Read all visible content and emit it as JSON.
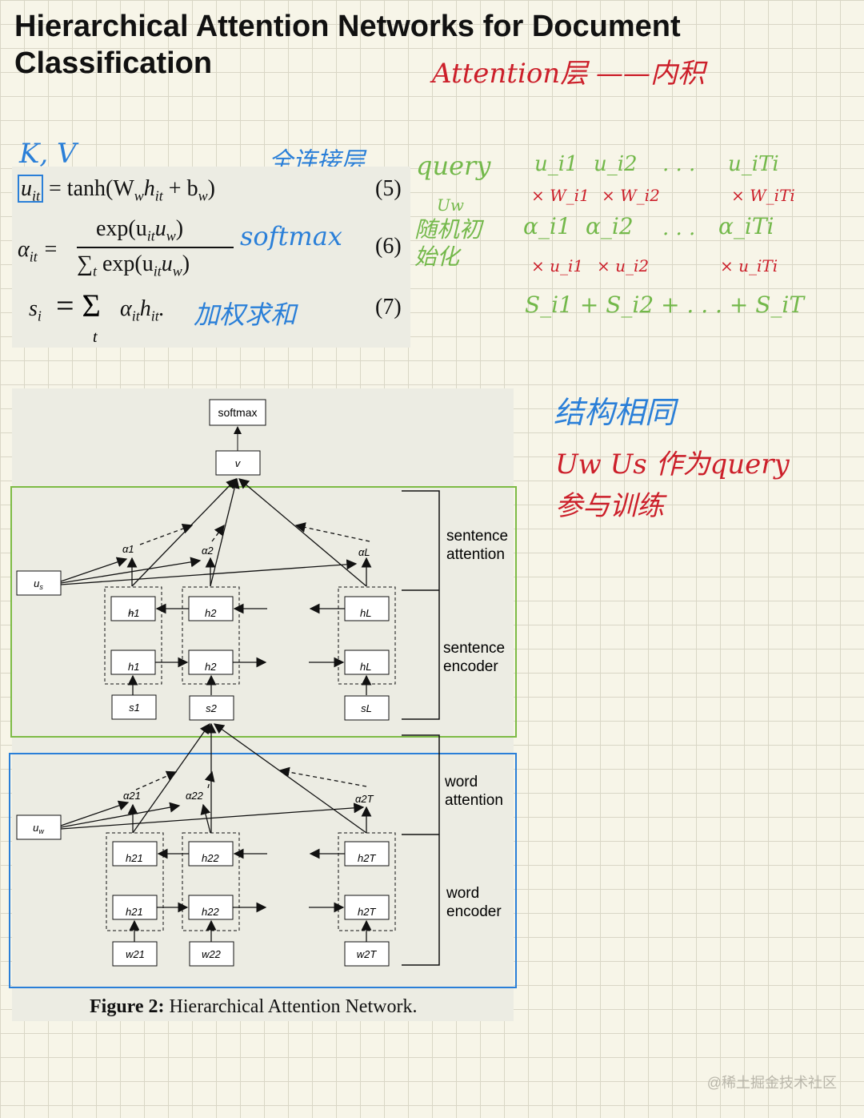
{
  "title": "Hierarchical Attention Networks for Document Classification",
  "notes": {
    "attention_layer": "Attention层 ——内积",
    "kv": "K, V",
    "dense_layer": "全连接层",
    "softmax": "softmax",
    "weighted_sum": "加权求和",
    "query": "query",
    "uw": "Uw",
    "random_init": "随机初始化",
    "same_structure": "结构相同",
    "uw_us_query": "Uw Us 作为query",
    "train": "参与训练"
  },
  "green_notes": {
    "u_row": [
      "u_i1",
      "u_i2",
      ". . .",
      "u_iTi"
    ],
    "w_row": [
      "× W_i1",
      "× W_i2",
      "× W_iTi"
    ],
    "alpha_row": [
      "α_i1",
      "α_i2",
      ". . .",
      "α_iTi"
    ],
    "u2_row": [
      "× u_i1",
      "× u_i2",
      "× u_iTi"
    ],
    "sum_row": "S_i1 + S_i2 + . . . + S_iT"
  },
  "equations": {
    "eq5_lhs": "u",
    "eq5_sub": "it",
    "eq5_rhs": "= tanh(W",
    "eq5_rhs2": "h",
    "eq5_rhs3": "+ b",
    "eq5_num": "(5)",
    "eq6_lhs": "α",
    "eq6_numer": "exp(u",
    "eq6_denom": "exp(u",
    "eq6_num": "(6)",
    "eq7_lhs": "s",
    "eq7_rhs": "= Σ",
    "eq7_body": "α",
    "eq7_num": "(7)"
  },
  "figure": {
    "softmax": "softmax",
    "v": "v",
    "us": "u",
    "uw": "u",
    "sentence_attention": [
      "sentence",
      "attention"
    ],
    "sentence_encoder": [
      "sentence",
      "encoder"
    ],
    "word_attention": [
      "word",
      "attention"
    ],
    "word_encoder": [
      "word",
      "encoder"
    ],
    "s_inputs": [
      "s1",
      "s2",
      "sL"
    ],
    "w_inputs": [
      "w21",
      "w22",
      "w2T"
    ],
    "alpha_s": [
      "α1",
      "α2",
      "αL"
    ],
    "alpha_w": [
      "α21",
      "α22",
      "α2T"
    ],
    "h_s": [
      "h1",
      "h2",
      "hL"
    ],
    "h_w": [
      "h21",
      "h22",
      "h2T"
    ],
    "caption_bold": "Figure 2:",
    "caption_text": " Hierarchical Attention Network."
  },
  "watermark": "@稀土掘金技术社区",
  "colors": {
    "red_ink": "#cc1f2a",
    "blue_ink": "#2a7fd8",
    "green_ink": "#73b84a",
    "sentence_frame": "#7dbb45",
    "word_frame": "#2a7fd8"
  }
}
